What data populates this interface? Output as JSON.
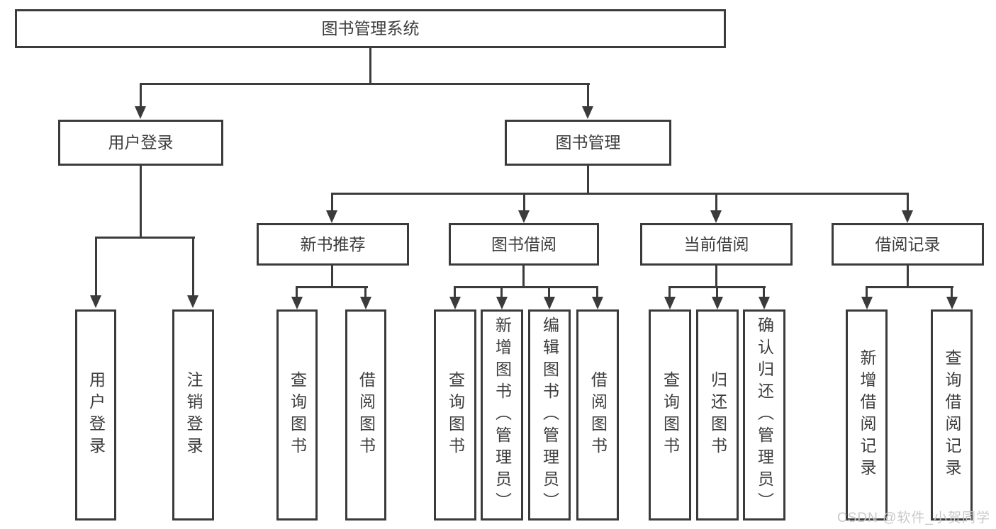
{
  "diagram": {
    "title": "图书管理系统",
    "level2": [
      {
        "label": "用户登录",
        "parent": "图书管理系统"
      },
      {
        "label": "图书管理",
        "parent": "图书管理系统"
      }
    ],
    "level3": [
      {
        "label": "新书推荐",
        "parent": "图书管理"
      },
      {
        "label": "图书借阅",
        "parent": "图书管理"
      },
      {
        "label": "当前借阅",
        "parent": "图书管理"
      },
      {
        "label": "借阅记录",
        "parent": "图书管理"
      }
    ],
    "leaves": [
      {
        "label": "用户登录",
        "parent": "用户登录"
      },
      {
        "label": "注销登录",
        "parent": "用户登录"
      },
      {
        "label": "查询图书",
        "parent": "新书推荐"
      },
      {
        "label": "借阅图书",
        "parent": "新书推荐"
      },
      {
        "label": "查询图书",
        "parent": "图书借阅"
      },
      {
        "label": "新增图书（管理员）",
        "parent": "图书借阅"
      },
      {
        "label": "编辑图书（管理员）",
        "parent": "图书借阅"
      },
      {
        "label": "借阅图书",
        "parent": "图书借阅"
      },
      {
        "label": "查询图书",
        "parent": "当前借阅"
      },
      {
        "label": "归还图书",
        "parent": "当前借阅"
      },
      {
        "label": "确认归还（管理员）",
        "parent": "当前借阅"
      },
      {
        "label": "新增借阅记录",
        "parent": "借阅记录"
      },
      {
        "label": "查询借阅记录",
        "parent": "借阅记录"
      }
    ],
    "colors": {
      "line": "#3b3b3b",
      "text": "#3d3d3d",
      "background": "#ffffff",
      "watermark": "#c9c9c9"
    }
  },
  "watermark": "CSDN @软件_小贺同学"
}
